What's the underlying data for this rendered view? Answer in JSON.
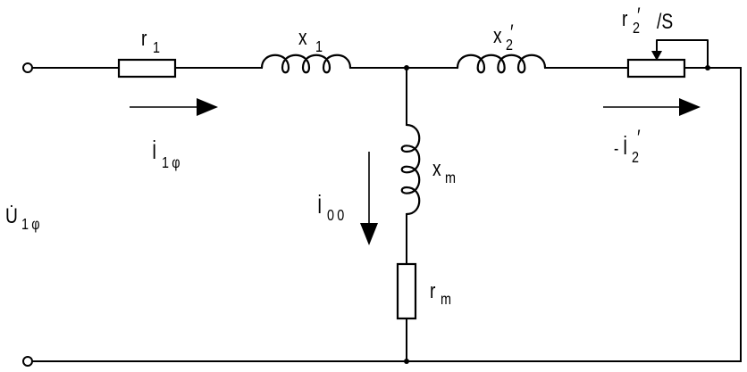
{
  "diagram": {
    "colors": {
      "line": "#000000",
      "background": "#ffffff"
    },
    "labels": {
      "r1": {
        "symbol": "r",
        "sub": "1"
      },
      "x1": {
        "symbol": "x",
        "sub": "1"
      },
      "x2": {
        "symbol": "x",
        "sub": "2",
        "prime": "′"
      },
      "r2s": {
        "symbol": "r",
        "sub": "2",
        "prime": "′",
        "suffix": "/S"
      },
      "xm": {
        "symbol": "x",
        "sub": "m"
      },
      "rm": {
        "symbol": "r",
        "sub": "m"
      },
      "i1": {
        "symbol": "İ",
        "sub": "1φ"
      },
      "i2": {
        "prefix": "-",
        "symbol": "İ",
        "sub": "2",
        "prime": "′"
      },
      "i0": {
        "symbol": "İ",
        "sub": "00"
      },
      "u1": {
        "symbol": "U̇",
        "sub": "1φ"
      }
    }
  }
}
